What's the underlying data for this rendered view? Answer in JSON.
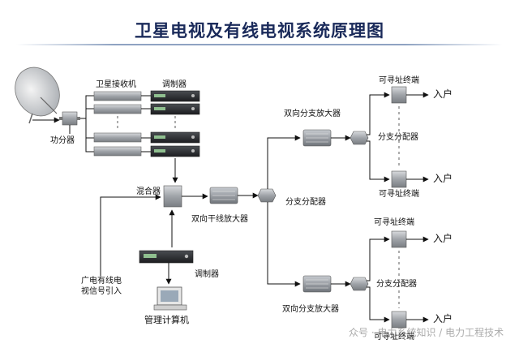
{
  "title": "卫星电视及有线电视系统原理图",
  "labels": {
    "satellite_receiver": "卫星接收机",
    "modulator_top": "调制器",
    "power_divider": "功分器",
    "mixer": "混合器",
    "bidirectional_trunk_amp": "双向干线放大器",
    "branch_distributor_center": "分支分配器",
    "bidirectional_branch_amp_top": "双向分支放大器",
    "bidirectional_branch_amp_bottom": "双向分支放大器",
    "addressable_terminal_1": "可寻址终端",
    "addressable_terminal_2": "可寻址终端",
    "addressable_terminal_3": "可寻址终端",
    "addressable_terminal_4": "可寻址终端",
    "branch_distributor_top": "分支分配器",
    "branch_distributor_bottom": "分支分配器",
    "home_1": "入户",
    "home_2": "入户",
    "home_3": "入户",
    "home_4": "入户",
    "cable_signal_input_line1": "广电有线电",
    "cable_signal_input_line2": "视信号引入",
    "modulator_bottom": "调制器",
    "management_computer": "管理计算机"
  },
  "watermark": "众号 · 电力系统知识 / 电力工程技术",
  "icons": [
    "satellite-dish-icon",
    "power-divider-icon",
    "receiver-unit-icon",
    "modulator-unit-icon",
    "mixer-icon",
    "amplifier-icon",
    "distributor-icon",
    "terminal-icon",
    "computer-icon",
    "arrow-icon"
  ]
}
